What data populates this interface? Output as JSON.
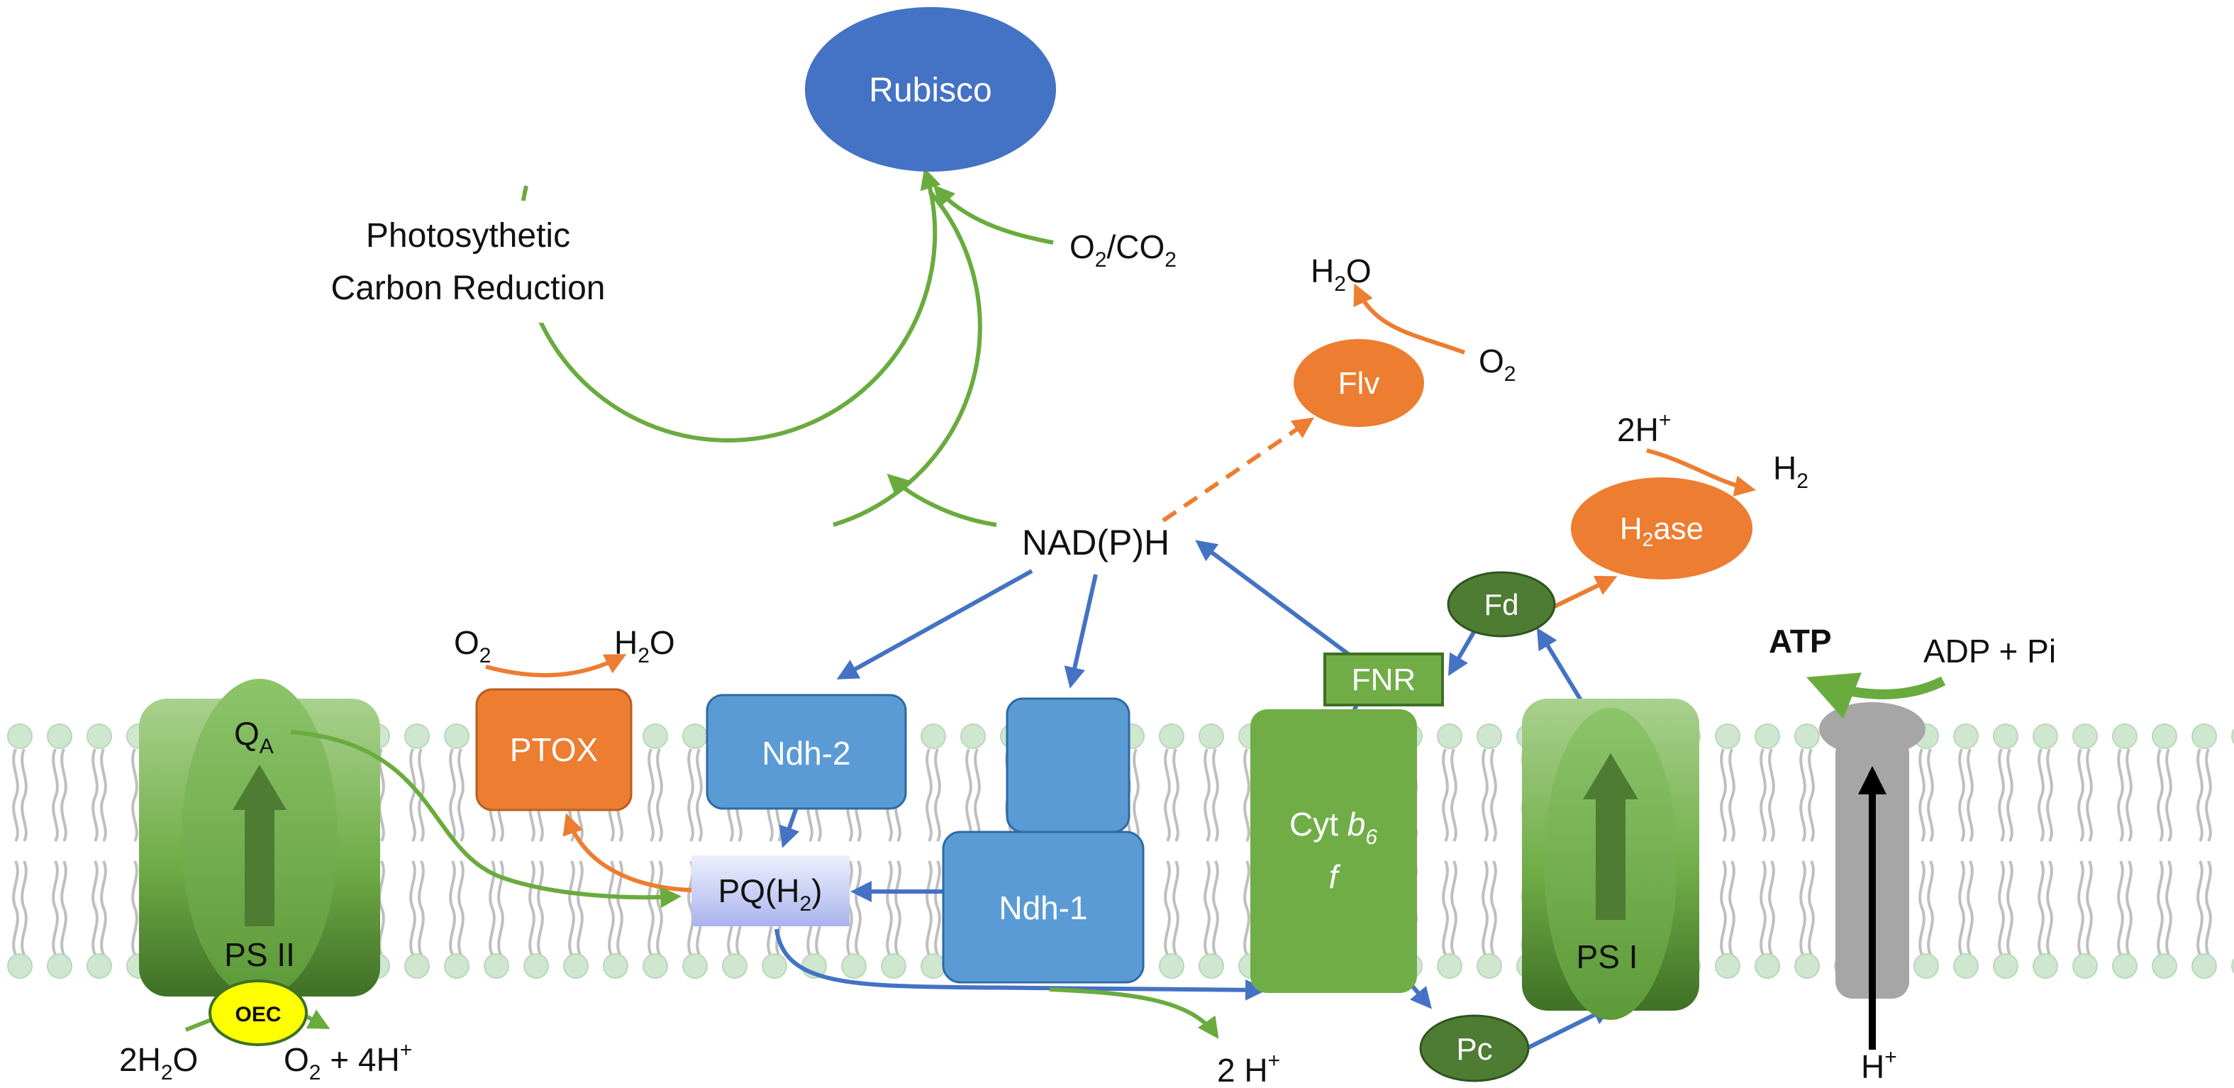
{
  "colors": {
    "green_arrow": "#6aab3e",
    "blue_arrow": "#4472c4",
    "orange": "#ed7d31",
    "rubisco": "#4472c4",
    "blue_protein": "#5b9bd5",
    "green_protein": "#70ad47",
    "dark_green": "#4e7c33",
    "oec_yellow": "#ffff00",
    "grey_synthase": "#a6a6a6",
    "pq_box": "#c9cff2",
    "lipid_head": "#cfe6cf"
  },
  "nodes": {
    "rubisco": "Rubisco",
    "carbon_reduction_line1": "Photosythetic",
    "carbon_reduction_line2": "Carbon Reduction",
    "flv": "Flv",
    "h2ase": "H",
    "h2ase_sub": "2",
    "h2ase_suffix": "ase",
    "ptox": "PTOX",
    "ndh2": "Ndh-2",
    "ndh1": "Ndh-1",
    "pq": "PQ(H",
    "pq_sub": "2",
    "pq_close": ")",
    "fnr": "FNR",
    "fd": "Fd",
    "pc": "Pc",
    "cyt_line1": "Cyt ",
    "cyt_b": "b",
    "cyt_sub": "6",
    "cyt_f": "f",
    "ps2": "PS II",
    "qa": "Q",
    "qa_sub": "A",
    "oec": "OEC",
    "ps1": "PS I",
    "nadph": "NAD(P)H"
  },
  "species": {
    "o2_co2": {
      "a": "O",
      "a_sub": "2",
      "b": "/CO",
      "b_sub": "2"
    },
    "flv_h2o": {
      "a": "H",
      "sub": "2",
      "b": "O"
    },
    "flv_o2": {
      "a": "O",
      "sub": "2"
    },
    "h2ase_in": {
      "a": "2H",
      "sup": "+"
    },
    "h2ase_out": {
      "a": "H",
      "sub": "2"
    },
    "ptox_o2": {
      "a": "O",
      "sub": "2"
    },
    "ptox_h2o": {
      "a": "H",
      "sub": "2",
      "b": "O"
    },
    "water": {
      "a": "2H",
      "sub": "2",
      "b": "O"
    },
    "o2_protons": {
      "a": "O",
      "sub": "2",
      "b": " + 4H",
      "sup": "+"
    },
    "two_protons": {
      "a": "2 H",
      "sup": "+"
    },
    "atp": "ATP",
    "adp": "ADP + Pi",
    "h_plus": {
      "a": "H",
      "sup": "+"
    }
  }
}
